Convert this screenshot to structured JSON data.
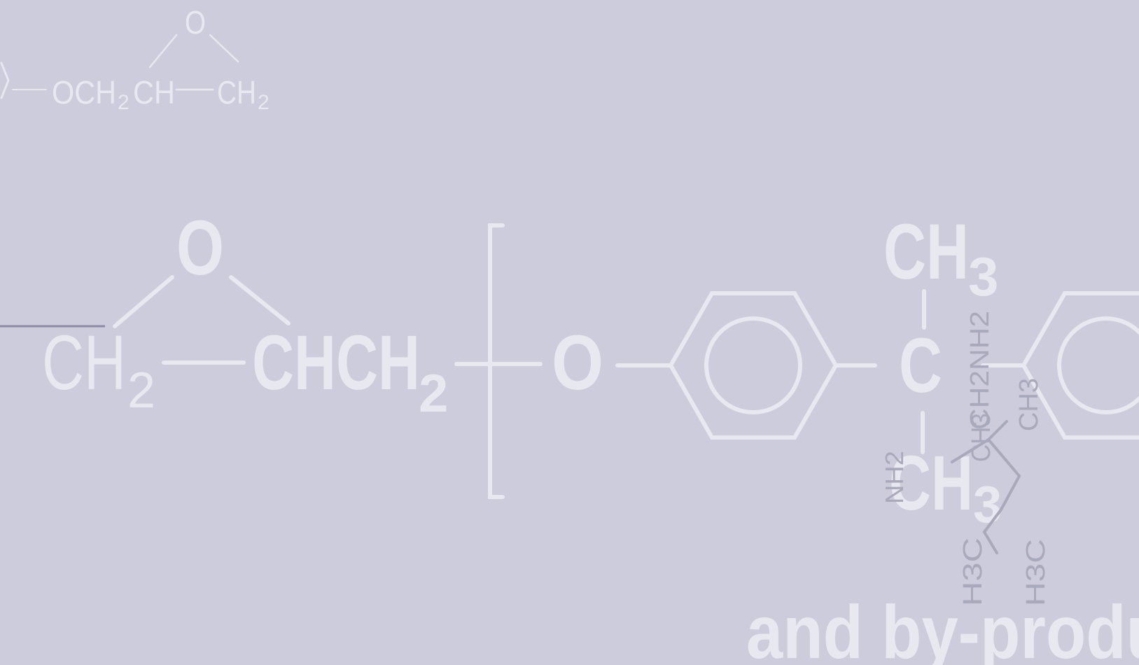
{
  "formula_small": {
    "o": "O",
    "och2ch": "OCH",
    "sub2a": "2",
    "ch": "CH",
    "ch2": "CH",
    "sub2b": "2"
  },
  "formula_main": {
    "o_epoxide": "O",
    "ch2": "CH",
    "sub2_ch2": "2",
    "chch2": "CHCH",
    "sub2_chch2": "2",
    "o_ether": "O",
    "ch3": "CH",
    "sub3": "3",
    "c": "C",
    "ch3_bottom": "CH",
    "sub3_bottom": "3"
  },
  "formula_overlay": {
    "ch2nh2": "CH2NH2",
    "ch3_a": "CH3",
    "ch3_b": "CH3",
    "nh2": "NH2",
    "h3c_a": "H3C",
    "h3c_b": "H3C"
  },
  "tagline": "and by-produ",
  "colors": {
    "background": "#ccccdc",
    "light_ink": "#e8e8f0",
    "grey_ink": "#a9a9bc",
    "rule_line": "#8d8aa8"
  }
}
